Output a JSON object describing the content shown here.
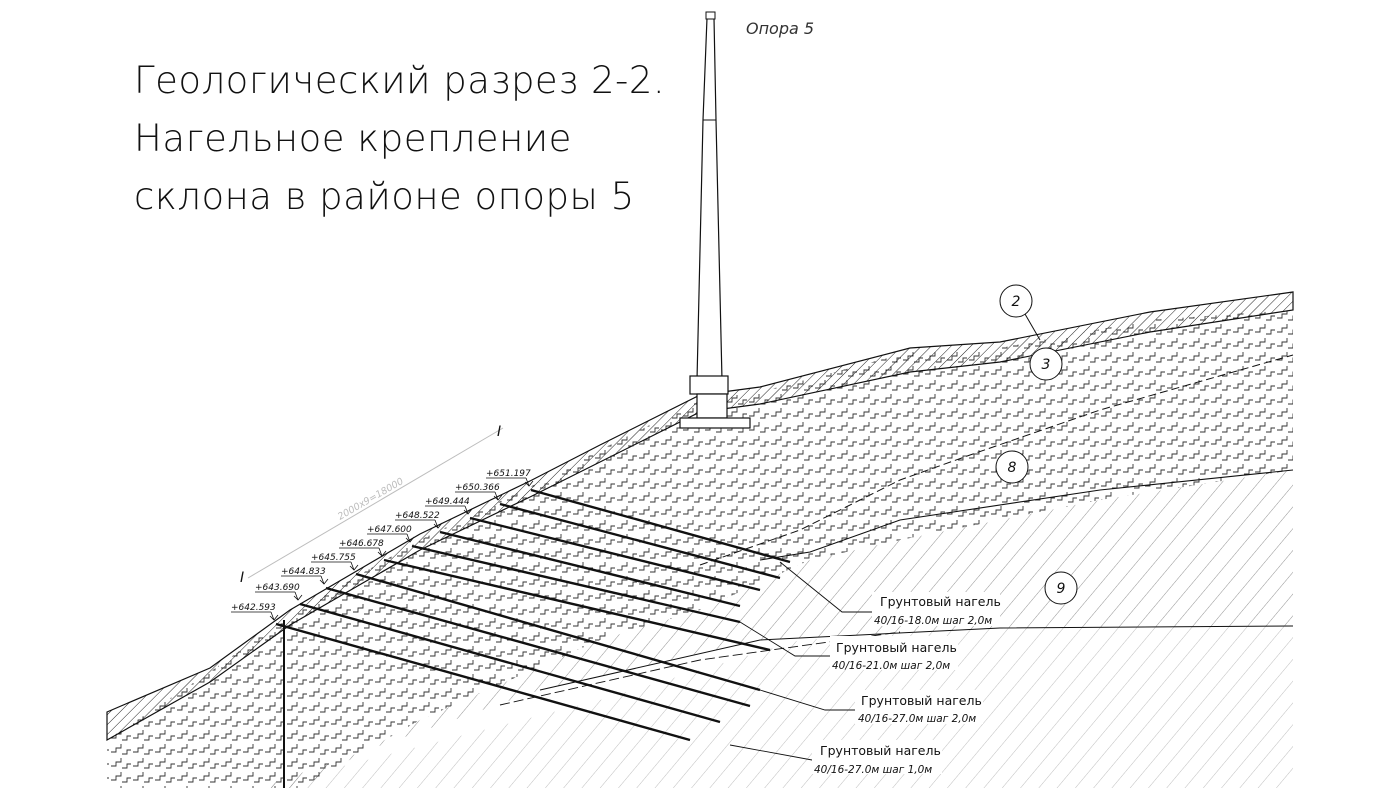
{
  "title_lines": [
    "Геологический разрез 2-2.",
    "Нагельное крепление",
    "склона в районе опоры 5"
  ],
  "support_label": "Опора 5",
  "section_mark": "I",
  "dimension_label": "2000х9=18000",
  "layers": [
    "2",
    "3",
    "8",
    "9"
  ],
  "elevations": [
    "+651.197",
    "+650.366",
    "+649.444",
    "+648.522",
    "+647.600",
    "+646.678",
    "+645.755",
    "+644.833",
    "+643.690",
    "+642.593"
  ],
  "anchor_callouts": [
    {
      "title": "Грунтовый нагель",
      "spec": "40/16-18.0м шаг 2,0м"
    },
    {
      "title": "Грунтовый нагель",
      "spec": "40/16-21.0м шаг 2,0м"
    },
    {
      "title": "Грунтовый нагель",
      "spec": "40/16-27.0м шаг 2,0м"
    },
    {
      "title": "Грунтовый нагель",
      "spec": "40/16-27.0м шаг 1,0м"
    }
  ],
  "colors": {
    "ink": "#111111",
    "hatch": "#333333",
    "dimension": "#bdbdbd"
  }
}
